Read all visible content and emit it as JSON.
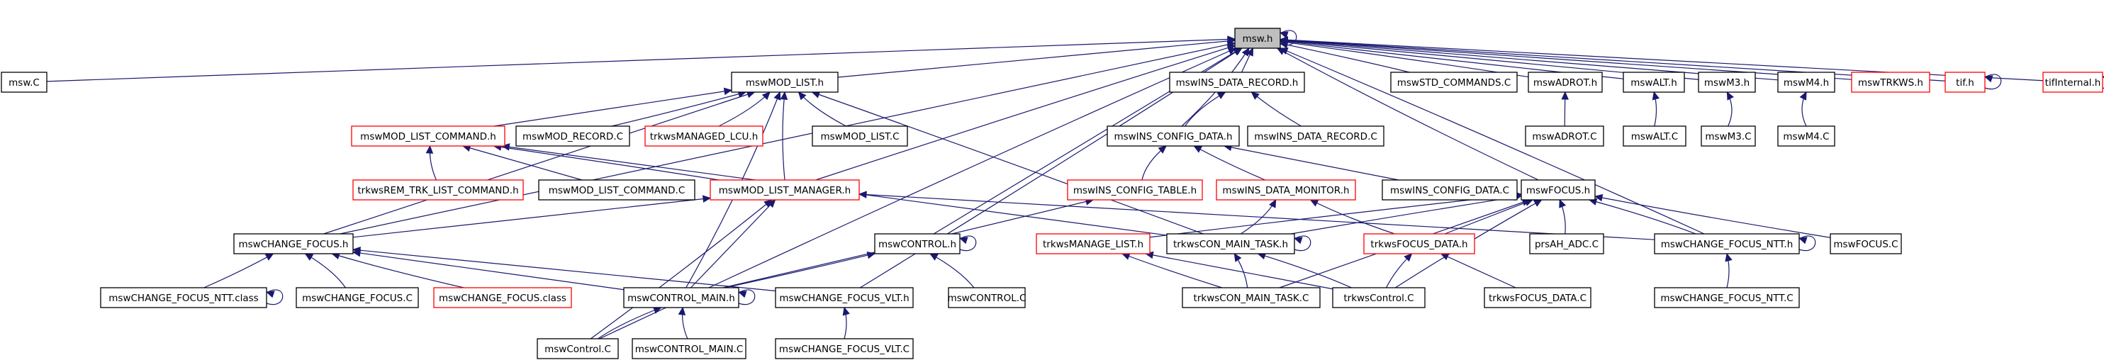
{
  "colors": {
    "edge": "#191970",
    "border_normal": "#000000",
    "border_missing": "#ff0000",
    "highlight_fill": "#bfbfbf"
  },
  "nodes": [
    {
      "id": "msw_h",
      "label": "msw.h",
      "style": "hl"
    },
    {
      "id": "msw_C",
      "label": "msw.C",
      "style": "normal"
    },
    {
      "id": "mswMOD_LIST_h",
      "label": "mswMOD_LIST.h",
      "style": "normal"
    },
    {
      "id": "mswINS_DATA_RECORD_h",
      "label": "mswINS_DATA_RECORD.h",
      "style": "normal"
    },
    {
      "id": "mswSTD_COMMANDS_C",
      "label": "mswSTD_COMMANDS.C",
      "style": "normal"
    },
    {
      "id": "mswADROT_h",
      "label": "mswADROT.h",
      "style": "normal"
    },
    {
      "id": "mswALT_h",
      "label": "mswALT.h",
      "style": "normal"
    },
    {
      "id": "mswM3_h",
      "label": "mswM3.h",
      "style": "normal"
    },
    {
      "id": "mswM4_h",
      "label": "mswM4.h",
      "style": "normal"
    },
    {
      "id": "mswTRKWS_h",
      "label": "mswTRKWS.h",
      "style": "red"
    },
    {
      "id": "tif_h",
      "label": "tif.h",
      "style": "red"
    },
    {
      "id": "tifInternal_h",
      "label": "tifInternal.h",
      "style": "red"
    },
    {
      "id": "mswMOD_LIST_COMMAND_h",
      "label": "mswMOD_LIST_COMMAND.h",
      "style": "red"
    },
    {
      "id": "mswMOD_RECORD_C",
      "label": "mswMOD_RECORD.C",
      "style": "normal"
    },
    {
      "id": "trkwsMANAGED_LCU_h",
      "label": "trkwsMANAGED_LCU.h",
      "style": "red"
    },
    {
      "id": "mswMOD_LIST_C",
      "label": "mswMOD_LIST.C",
      "style": "normal"
    },
    {
      "id": "mswINS_CONFIG_DATA_h",
      "label": "mswINS_CONFIG_DATA.h",
      "style": "normal"
    },
    {
      "id": "mswINS_DATA_RECORD_C",
      "label": "mswINS_DATA_RECORD.C",
      "style": "normal"
    },
    {
      "id": "mswADROT_C",
      "label": "mswADROT.C",
      "style": "normal"
    },
    {
      "id": "mswALT_C",
      "label": "mswALT.C",
      "style": "normal"
    },
    {
      "id": "mswM3_C",
      "label": "mswM3.C",
      "style": "normal"
    },
    {
      "id": "mswM4_C",
      "label": "mswM4.C",
      "style": "normal"
    },
    {
      "id": "trkwsREM_TRK_LIST_COMMAND_h",
      "label": "trkwsREM_TRK_LIST_COMMAND.h",
      "style": "red"
    },
    {
      "id": "mswMOD_LIST_COMMAND_C",
      "label": "mswMOD_LIST_COMMAND.C",
      "style": "normal"
    },
    {
      "id": "mswINS_CONFIG_TABLE_h",
      "label": "mswINS_CONFIG_TABLE.h",
      "style": "red"
    },
    {
      "id": "mswINS_DATA_MONITOR_h",
      "label": "mswINS_DATA_MONITOR.h",
      "style": "red"
    },
    {
      "id": "mswINS_CONFIG_DATA_C",
      "label": "mswINS_CONFIG_DATA.C",
      "style": "normal"
    },
    {
      "id": "mswFOCUS_h",
      "label": "mswFOCUS.h",
      "style": "normal"
    },
    {
      "id": "mswMOD_LIST_MANAGER_h",
      "label": "mswMOD_LIST_MANAGER.h",
      "style": "red"
    },
    {
      "id": "mswCHANGE_FOCUS_h",
      "label": "mswCHANGE_FOCUS.h",
      "style": "normal"
    },
    {
      "id": "mswCONTROL_h",
      "label": "mswCONTROL.h",
      "style": "normal"
    },
    {
      "id": "trkwsMANAGE_LIST_h",
      "label": "trkwsMANAGE_LIST.h",
      "style": "red"
    },
    {
      "id": "trkwsCON_MAIN_TASK_h",
      "label": "trkwsCON_MAIN_TASK.h",
      "style": "normal"
    },
    {
      "id": "trkwsFOCUS_DATA_h",
      "label": "trkwsFOCUS_DATA.h",
      "style": "red"
    },
    {
      "id": "prsAH_ADC_C",
      "label": "prsAH_ADC.C",
      "style": "normal"
    },
    {
      "id": "mswCHANGE_FOCUS_NTT_h",
      "label": "mswCHANGE_FOCUS_NTT.h",
      "style": "normal"
    },
    {
      "id": "mswFOCUS_C",
      "label": "mswFOCUS.C",
      "style": "normal"
    },
    {
      "id": "mswCHANGE_FOCUS_NTT_class",
      "label": "mswCHANGE_FOCUS_NTT.class",
      "style": "normal"
    },
    {
      "id": "mswCHANGE_FOCUS_C",
      "label": "mswCHANGE_FOCUS.C",
      "style": "normal"
    },
    {
      "id": "mswCHANGE_FOCUS_class",
      "label": "mswCHANGE_FOCUS.class",
      "style": "red"
    },
    {
      "id": "mswCONTROL_MAIN_h",
      "label": "mswCONTROL_MAIN.h",
      "style": "normal"
    },
    {
      "id": "mswCHANGE_FOCUS_VLT_h",
      "label": "mswCHANGE_FOCUS_VLT.h",
      "style": "normal"
    },
    {
      "id": "mswCONTROL_C",
      "label": "mswCONTROL.C",
      "style": "normal"
    },
    {
      "id": "trkwsCON_MAIN_TASK_C",
      "label": "trkwsCON_MAIN_TASK.C",
      "style": "normal"
    },
    {
      "id": "trkwsControl_C",
      "label": "trkwsControl.C",
      "style": "normal"
    },
    {
      "id": "trkwsFOCUS_DATA_C",
      "label": "trkwsFOCUS_DATA.C",
      "style": "normal"
    },
    {
      "id": "mswCHANGE_FOCUS_NTT_C",
      "label": "mswCHANGE_FOCUS_NTT.C",
      "style": "normal"
    },
    {
      "id": "mswControl_C",
      "label": "mswControl.C",
      "style": "normal"
    },
    {
      "id": "mswCONTROL_MAIN_C",
      "label": "mswCONTROL_MAIN.C",
      "style": "normal"
    },
    {
      "id": "mswCHANGE_FOCUS_VLT_C",
      "label": "mswCHANGE_FOCUS_VLT.C",
      "style": "normal"
    }
  ],
  "edges": [
    [
      "msw_C",
      "msw_h"
    ],
    [
      "mswMOD_LIST_h",
      "msw_h"
    ],
    [
      "mswINS_DATA_RECORD_h",
      "msw_h"
    ],
    [
      "mswSTD_COMMANDS_C",
      "msw_h"
    ],
    [
      "mswADROT_h",
      "msw_h"
    ],
    [
      "mswALT_h",
      "msw_h"
    ],
    [
      "mswM3_h",
      "msw_h"
    ],
    [
      "mswM4_h",
      "msw_h"
    ],
    [
      "mswTRKWS_h",
      "msw_h"
    ],
    [
      "tif_h",
      "msw_h"
    ],
    [
      "tifInternal_h",
      "msw_h"
    ],
    [
      "msw_h",
      "msw_h"
    ],
    [
      "tif_h",
      "tif_h"
    ],
    [
      "tifInternal_h",
      "tifInternal_h"
    ],
    [
      "mswINS_CONFIG_DATA_h",
      "msw_h"
    ],
    [
      "mswFOCUS_h",
      "msw_h"
    ],
    [
      "mswCHANGE_FOCUS_h",
      "msw_h"
    ],
    [
      "mswCONTROL_h",
      "msw_h"
    ],
    [
      "mswCHANGE_FOCUS_VLT_h",
      "msw_h"
    ],
    [
      "mswCHANGE_FOCUS_NTT_h",
      "msw_h"
    ],
    [
      "mswControl_C",
      "msw_h"
    ],
    [
      "mswMOD_LIST_MANAGER_h",
      "msw_h"
    ],
    [
      "mswMOD_LIST_COMMAND_h",
      "mswMOD_LIST_h"
    ],
    [
      "mswMOD_RECORD_C",
      "mswMOD_LIST_h"
    ],
    [
      "trkwsMANAGED_LCU_h",
      "mswMOD_LIST_h"
    ],
    [
      "mswMOD_LIST_C",
      "mswMOD_LIST_h"
    ],
    [
      "mswMOD_LIST_MANAGER_h",
      "mswMOD_LIST_h"
    ],
    [
      "mswCHANGE_FOCUS_h",
      "mswMOD_LIST_h"
    ],
    [
      "trkwsCON_MAIN_TASK_h",
      "mswMOD_LIST_h"
    ],
    [
      "mswCONTROL_MAIN_h",
      "mswMOD_LIST_h"
    ],
    [
      "mswINS_CONFIG_DATA_h",
      "mswINS_DATA_RECORD_h"
    ],
    [
      "mswINS_DATA_RECORD_C",
      "mswINS_DATA_RECORD_h"
    ],
    [
      "mswADROT_C",
      "mswADROT_h"
    ],
    [
      "mswALT_C",
      "mswALT_h"
    ],
    [
      "mswM3_C",
      "mswM3_h"
    ],
    [
      "mswM4_C",
      "mswM4_h"
    ],
    [
      "trkwsREM_TRK_LIST_COMMAND_h",
      "mswMOD_LIST_COMMAND_h"
    ],
    [
      "mswMOD_LIST_COMMAND_C",
      "mswMOD_LIST_COMMAND_h"
    ],
    [
      "mswMOD_LIST_MANAGER_h",
      "mswMOD_LIST_COMMAND_h"
    ],
    [
      "trkwsCON_MAIN_TASK_h",
      "mswMOD_LIST_COMMAND_h"
    ],
    [
      "mswINS_CONFIG_TABLE_h",
      "mswINS_CONFIG_DATA_h"
    ],
    [
      "mswINS_DATA_MONITOR_h",
      "mswINS_CONFIG_DATA_h"
    ],
    [
      "mswINS_CONFIG_DATA_C",
      "mswINS_CONFIG_DATA_h"
    ],
    [
      "mswCONTROL_MAIN_h",
      "mswINS_CONFIG_TABLE_h"
    ],
    [
      "trkwsCON_MAIN_TASK_h",
      "mswINS_DATA_MONITOR_h"
    ],
    [
      "trkwsFOCUS_DATA_h",
      "mswINS_DATA_MONITOR_h"
    ],
    [
      "mswCHANGE_FOCUS_h",
      "mswMOD_LIST_MANAGER_h"
    ],
    [
      "mswCONTROL_MAIN_h",
      "mswMOD_LIST_MANAGER_h"
    ],
    [
      "mswControl_C",
      "mswMOD_LIST_MANAGER_h"
    ],
    [
      "mswCHANGE_FOCUS_NTT_h",
      "mswMOD_LIST_MANAGER_h"
    ],
    [
      "trkwsMANAGE_LIST_h",
      "mswFOCUS_h"
    ],
    [
      "trkwsCON_MAIN_TASK_h",
      "mswFOCUS_h"
    ],
    [
      "trkwsFOCUS_DATA_h",
      "mswFOCUS_h"
    ],
    [
      "prsAH_ADC_C",
      "mswFOCUS_h"
    ],
    [
      "mswCHANGE_FOCUS_NTT_h",
      "mswFOCUS_h"
    ],
    [
      "mswFOCUS_C",
      "mswFOCUS_h"
    ],
    [
      "trkwsControl_C",
      "mswFOCUS_h"
    ],
    [
      "trkwsCON_MAIN_TASK_C",
      "mswFOCUS_h"
    ],
    [
      "mswCHANGE_FOCUS_NTT_class",
      "mswCHANGE_FOCUS_h"
    ],
    [
      "mswCHANGE_FOCUS_C",
      "mswCHANGE_FOCUS_h"
    ],
    [
      "mswCHANGE_FOCUS_class",
      "mswCHANGE_FOCUS_h"
    ],
    [
      "mswCONTROL_MAIN_h",
      "mswCHANGE_FOCUS_h"
    ],
    [
      "mswCHANGE_FOCUS_VLT_h",
      "mswCHANGE_FOCUS_h"
    ],
    [
      "mswCONTROL_MAIN_h",
      "mswCONTROL_h"
    ],
    [
      "mswCONTROL_C",
      "mswCONTROL_h"
    ],
    [
      "mswCONTROL_h",
      "mswCONTROL_h"
    ],
    [
      "trkwsCON_MAIN_TASK_C",
      "trkwsMANAGE_LIST_h"
    ],
    [
      "trkwsControl_C",
      "trkwsMANAGE_LIST_h"
    ],
    [
      "trkwsCON_MAIN_TASK_C",
      "trkwsCON_MAIN_TASK_h"
    ],
    [
      "trkwsControl_C",
      "trkwsCON_MAIN_TASK_h"
    ],
    [
      "trkwsCON_MAIN_TASK_h",
      "trkwsCON_MAIN_TASK_h"
    ],
    [
      "trkwsControl_C",
      "trkwsFOCUS_DATA_h"
    ],
    [
      "trkwsFOCUS_DATA_C",
      "trkwsFOCUS_DATA_h"
    ],
    [
      "mswCHANGE_FOCUS_NTT_C",
      "mswCHANGE_FOCUS_NTT_h"
    ],
    [
      "mswCHANGE_FOCUS_NTT_h",
      "mswCHANGE_FOCUS_NTT_h"
    ],
    [
      "mswControl_C",
      "mswCONTROL_MAIN_h"
    ],
    [
      "mswCONTROL_MAIN_C",
      "mswCONTROL_MAIN_h"
    ],
    [
      "mswCONTROL_MAIN_h",
      "mswCONTROL_MAIN_h"
    ],
    [
      "mswCHANGE_FOCUS_VLT_C",
      "mswCHANGE_FOCUS_VLT_h"
    ],
    [
      "mswCHANGE_FOCUS_NTT_class",
      "mswCHANGE_FOCUS_NTT_class"
    ]
  ]
}
